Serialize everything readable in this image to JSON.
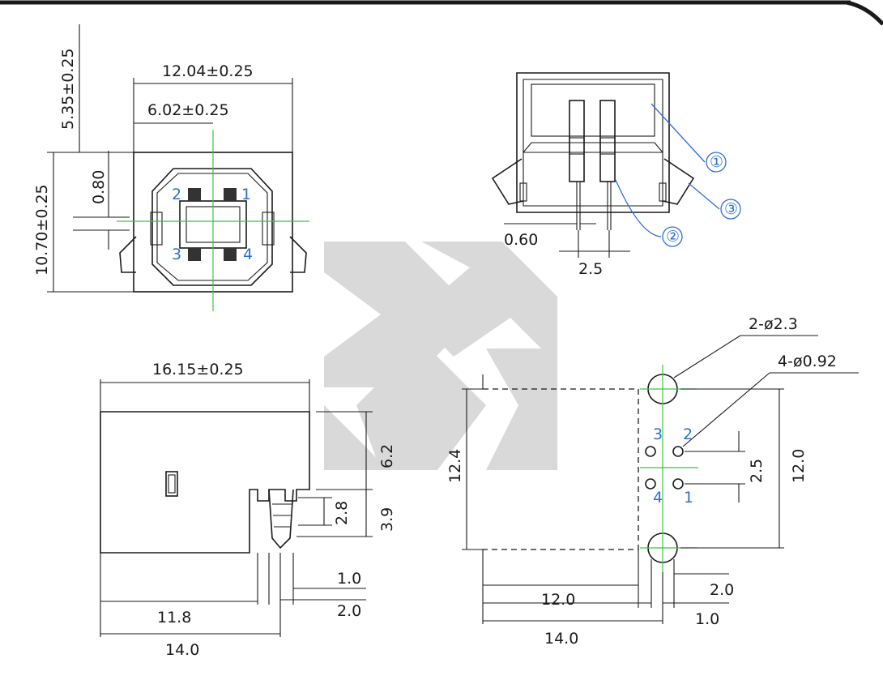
{
  "colors": {
    "line": "#1a1a1a",
    "pin_label": "#2e6fd6",
    "centerline": "#3ec43e",
    "watermark": "#d9d9d9"
  },
  "front_view": {
    "width_overall": "12.04±0.25",
    "half_width": "6.02±0.25",
    "height_overall": "10.70±0.25",
    "top_offset": "5.35±0.25",
    "tab_offset": "0.80",
    "pins": [
      "2",
      "1",
      "3",
      "4"
    ]
  },
  "top_view": {
    "callouts": [
      "①",
      "③",
      "②"
    ],
    "pin_width": "0.60",
    "pin_pitch": "2.5"
  },
  "side_view": {
    "length": "16.15±0.25",
    "upper_height": "6.2",
    "lower_height": "3.9",
    "peg_height": "2.8",
    "peg_offset_a": "1.0",
    "peg_offset_b": "2.0",
    "pcb_depth": "11.8",
    "total_depth": "14.0"
  },
  "footprint": {
    "mount_holes": "2-ø2.3",
    "pin_holes": "4-ø0.92",
    "height_outline": "12.4",
    "hole_spacing": "12.0",
    "pin_pitch": "2.5",
    "pins": [
      "3",
      "2",
      "4",
      "1"
    ],
    "depth_a": "12.0",
    "depth_b": "14.0",
    "offset_a": "2.0",
    "offset_b": "1.0"
  }
}
